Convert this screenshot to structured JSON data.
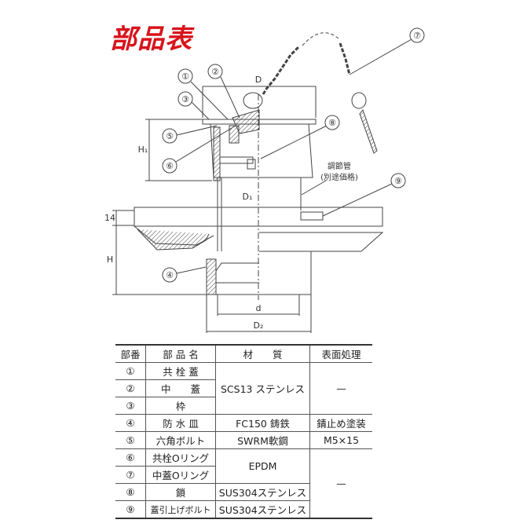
{
  "title": "部品表",
  "drawing": {
    "callouts": [
      "①",
      "②",
      "③",
      "④",
      "⑤",
      "⑥",
      "⑦",
      "⑧",
      "⑨"
    ],
    "dimensions": {
      "D": "D",
      "H1": "H₁",
      "D1": "D₁",
      "t14": "14",
      "H": "H",
      "d": "d",
      "D2": "D₂"
    },
    "note_line1": "調節管",
    "note_line2": "(別途価格)"
  },
  "table": {
    "headers": [
      "部番",
      "部 品 名",
      "材　　質",
      "表面処理"
    ],
    "rows": [
      {
        "no": "①",
        "name": "共 栓 蓋"
      },
      {
        "no": "②",
        "name": "中　　蓋"
      },
      {
        "no": "③",
        "name": "枠"
      },
      {
        "no": "④",
        "name": "防 水 皿"
      },
      {
        "no": "⑤",
        "name": "六角ボルト"
      },
      {
        "no": "⑥",
        "name": "共栓Oリング"
      },
      {
        "no": "⑦",
        "name": "中蓋Oリング"
      },
      {
        "no": "⑧",
        "name": "鎖"
      },
      {
        "no": "⑨",
        "name": "蓋引上げボルト"
      }
    ],
    "materials": {
      "m123": "SCS13 ステンレス",
      "m4": "FC150 鋳鉄",
      "m5": "SWRM軟鋼",
      "m67": "EPDM",
      "m8": "SUS304ステンレス",
      "m9": "SUS304ステンレス"
    },
    "finishes": {
      "f123": "—",
      "f4": "錆止め塗装",
      "f5": "M5×15",
      "f6789": "—"
    }
  }
}
